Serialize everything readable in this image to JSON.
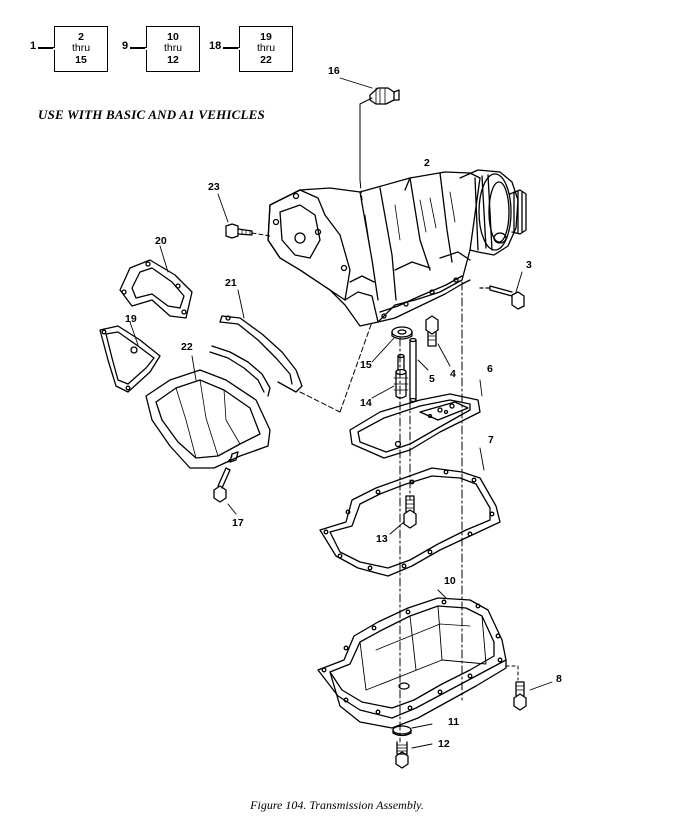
{
  "references": [
    {
      "lead": "1",
      "top": "2",
      "middle": "thru",
      "bottom": "15"
    },
    {
      "lead": "9",
      "top": "10",
      "middle": "thru",
      "bottom": "12"
    },
    {
      "lead": "18",
      "top": "19",
      "middle": "thru",
      "bottom": "22"
    }
  ],
  "usage_note": "USE WITH BASIC AND A1 VEHICLES",
  "callouts": [
    "2",
    "3",
    "4",
    "5",
    "6",
    "7",
    "8",
    "10",
    "11",
    "12",
    "13",
    "14",
    "15",
    "16",
    "17",
    "19",
    "20",
    "21",
    "22",
    "23"
  ],
  "caption": "Figure 104.  Transmission Assembly."
}
